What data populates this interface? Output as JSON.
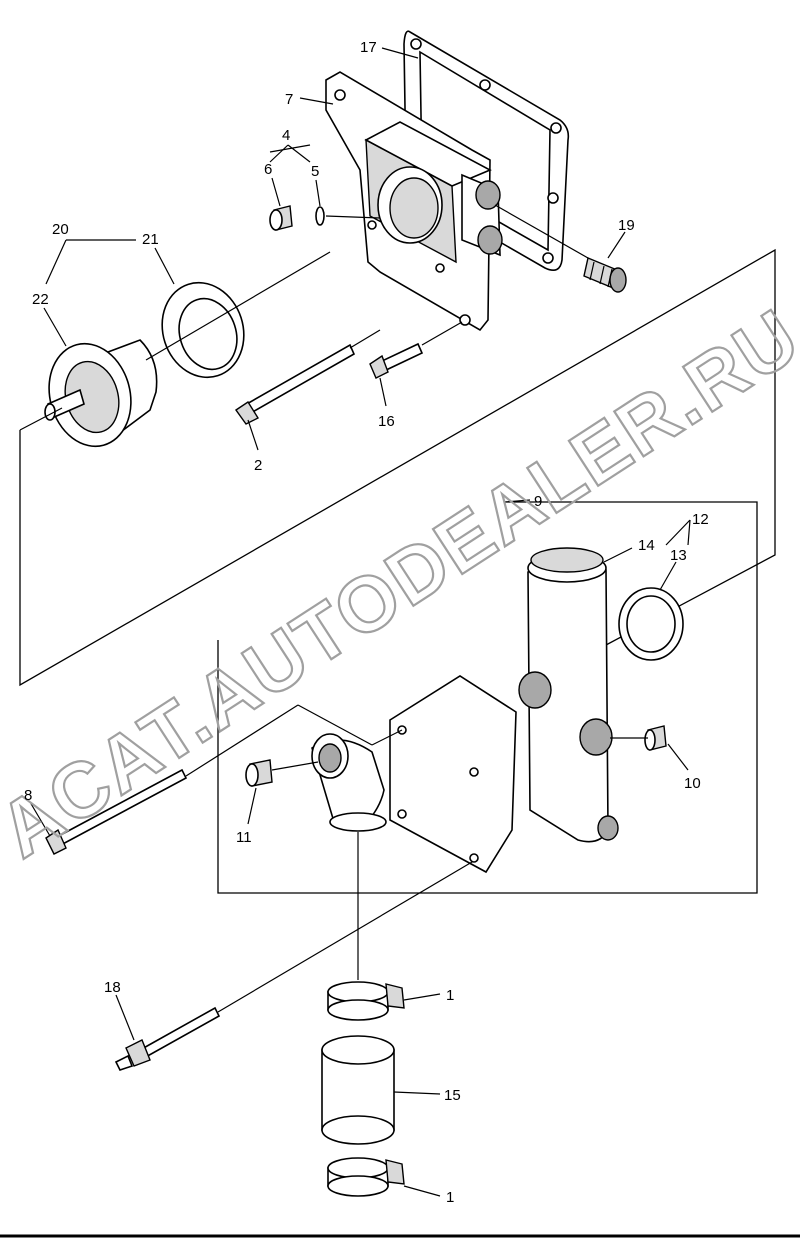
{
  "watermark": "ACAT.AUTODEALER.RU",
  "callouts": {
    "c1a": "1",
    "c1b": "1",
    "c2": "2",
    "c4": "4",
    "c5": "5",
    "c6": "6",
    "c7": "7",
    "c8": "8",
    "c9": "9",
    "c10": "10",
    "c11": "11",
    "c12": "12",
    "c13": "13",
    "c14": "14",
    "c15": "15",
    "c16": "16",
    "c17": "17",
    "c18": "18",
    "c19": "19",
    "c20": "20",
    "c21": "21",
    "c22": "22"
  }
}
